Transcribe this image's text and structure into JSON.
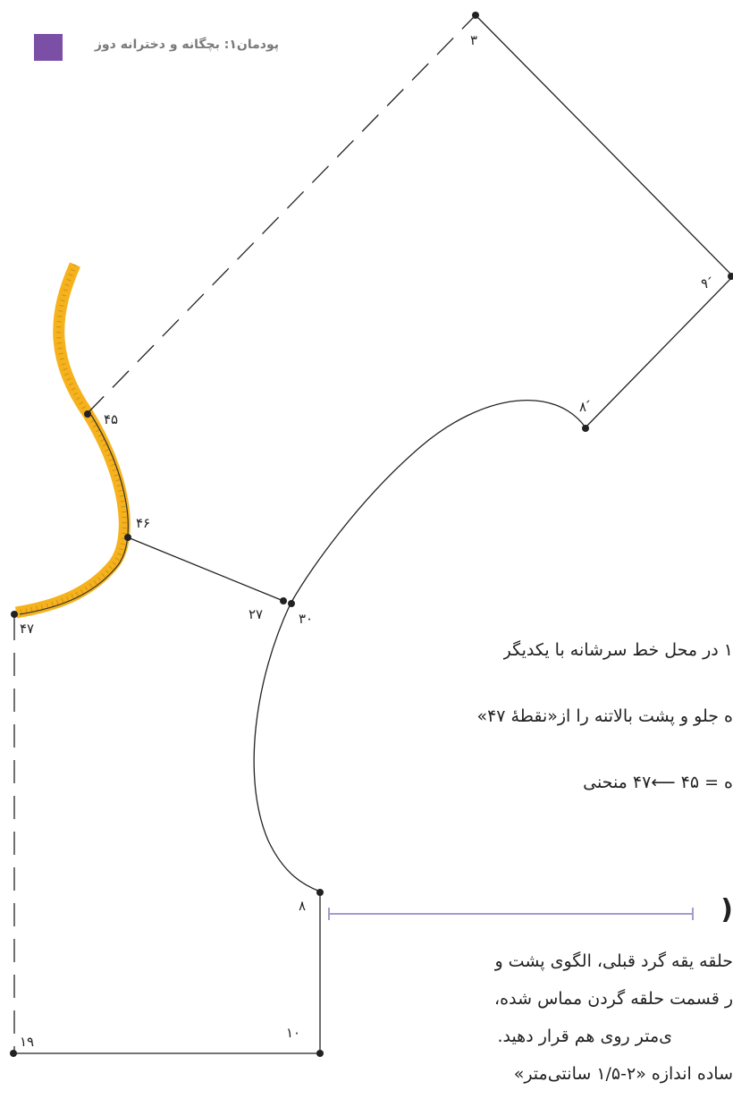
{
  "header": {
    "module_title": "پودمان۱: بچگانه و دخترانه دوز",
    "accent_color": "#7b4fa6"
  },
  "pattern": {
    "point_labels": {
      "p3": "۳",
      "p9p": "۹ ́",
      "p8p": "۸ ́",
      "p45": "۴۵",
      "p46": "۴۶",
      "p27": "۲۷",
      "p30": "۳۰",
      "p47": "۴۷",
      "p8": "۸",
      "p19": "۱۹",
      "p10": "۱۰"
    },
    "ruler_color": "#f5b21d"
  },
  "text": {
    "line1": "۱ در محل خط سرشانه با یکدیگر",
    "line2": "ه جلو و پشت بالاتنه را از«نقطهٔ ۴۷»",
    "line3": "ه = ۴۵ ⟵۴۷ منحنی",
    "bracket": ")",
    "line4": "حلقه یقه گرد قبلی، الگوی پشت و",
    "line5": "ر قسمت حلقه گردن مماس شده،",
    "line6": "ی‌متر روی هم قرار دهید.",
    "line7": "ساده اندازه «۲-۱/۵ سانتی‌متر»"
  }
}
